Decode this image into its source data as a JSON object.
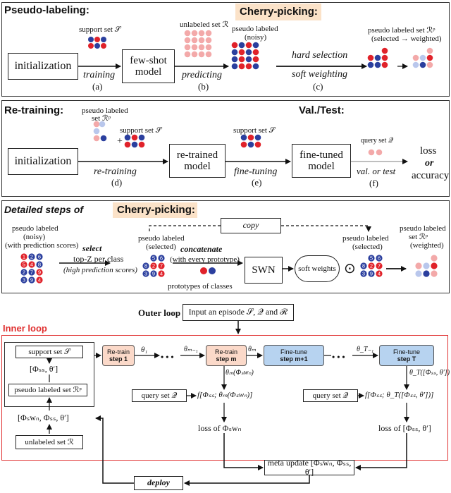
{
  "section1": {
    "title": "Pseudo-labeling:",
    "highlight": "Cherry-picking:",
    "init": "initialization",
    "support": "support set 𝒮",
    "training": "training",
    "a": "(a)",
    "fewshot": "few-shot model",
    "unlabeled": "unlabeled set ℛ",
    "predicting": "predicting",
    "b": "(b)",
    "pseudo": "pseudo labeled",
    "noisy": "(noisy)",
    "hard": "hard selection",
    "soft": "soft weighting",
    "c": "(c)",
    "pseudo_set": "pseudo labeled set ℛᵖ",
    "selected_weighted": "(selected → weighted)"
  },
  "section2": {
    "title": "Re-training:",
    "valtest": "Val./Test:",
    "pseudo_set": "pseudo labeled",
    "pseudo_set2": "set ℛᵖ",
    "plus": "+",
    "support": "support set 𝒮",
    "init": "initialization",
    "retraining": "re-training",
    "d": "(d)",
    "retrained": "re-trained model",
    "support2": "support set 𝒮",
    "finetuning": "fine-tuning",
    "e": "(e)",
    "finetuned": "fine-tuned model",
    "query": "query set 𝒬",
    "valortest": "val. or test",
    "f": "(f)",
    "loss": "loss",
    "or": "or",
    "accuracy": "accuracy"
  },
  "section3": {
    "title": "Detailed steps of",
    "highlight": "Cherry-picking:",
    "pseudo": "pseudo labeled",
    "noisy": "(noisy)",
    "withscores": "(with prediction scores)",
    "select": "select",
    "topz": "top-Z per class",
    "highscores": "(high prediction scores)",
    "pseudo_sel": "pseudo labeled",
    "selected": "(selected)",
    "copy": "copy",
    "concat": "concatenate",
    "every": "(with every prototype)",
    "prototypes": "prototypes of classes",
    "swn": "SWN",
    "softw": "soft weights",
    "odot": "⊙",
    "pseudo_sel2": "pseudo labeled",
    "selected2": "(selected)",
    "pseudo_set": "pseudo labeled",
    "set_rp": "set ℛᵖ",
    "weighted": "(weighted)",
    "nums_left": [
      "1",
      "2",
      "6",
      "5",
      "4",
      "8",
      "2",
      "7",
      "9",
      "3",
      "9",
      "4"
    ],
    "nums_mid": [
      "5",
      "6",
      "8",
      "2",
      "7",
      "3",
      "9",
      "4"
    ],
    "nums_right": [
      "5",
      "6",
      "8",
      "2",
      "7",
      "3",
      "9",
      "4"
    ]
  },
  "section4": {
    "outer": "Outer loop",
    "input": "Input an episode 𝒮, 𝒬 and ℛ",
    "inner": "Inner loop",
    "support": "support set 𝒮",
    "phi_ss": "[Φₛₛ, θ′]",
    "pseudo_set": "pseudo labeled set ℛᵖ",
    "phi_swn": "[Φₛwₙ, Φₛₛ, θ′]",
    "unlabeled": "unlabeled set ℛ",
    "retrain1": "Re-train",
    "step1": "step 1",
    "theta1": "θ₁",
    "dots1": "• • •",
    "thetam1": "θₘ₋₁",
    "retrainm": "Re-train",
    "stepm": "step m",
    "thetam": "θₘ",
    "finetune1": "Fine-tune",
    "stepm1": "step m+1",
    "dots2": "• • •",
    "thetaT1": "θ_T₋₁",
    "finetuneT": "Fine-tune",
    "stepT": "step T",
    "theta_m_phi": "θₘ(Φₛwₙ)",
    "theta_T_phi": "θ_T([Φₛₛ, θ′])",
    "query1": "query set 𝒬",
    "f1": "f[Φₛₛ; θₘ(Φₛwₙ)]",
    "query2": "query set 𝒬",
    "f2": "f[Φₛₛ; θ_T([Φₛₛ, θ′])]",
    "loss1": "loss of Φₛwₙ",
    "loss2": "loss of [Φₛₛ, θ′]",
    "meta": "meta update [Φₛwₙ, Φₛₛ, θ′]",
    "deploy": "deploy"
  },
  "colors": {
    "blue": "#2b3f9e",
    "red": "#e0222a",
    "pink": "#f3a9a9",
    "lightblue": "#b9c7ec",
    "highlight": "#fbe2c8",
    "innerred": "#e03030",
    "steppink": "#fbd9c9",
    "stepblue": "#b7d3f0"
  }
}
